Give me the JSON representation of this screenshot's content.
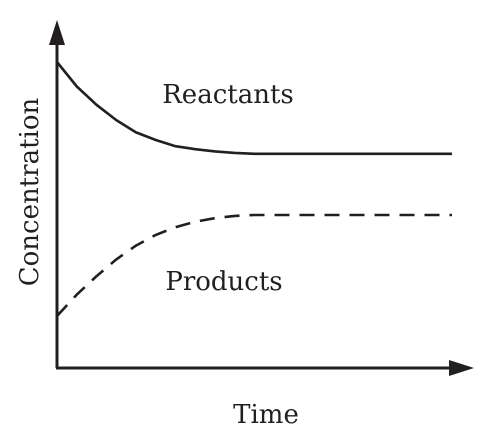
{
  "chart_data": {
    "type": "line",
    "xlabel": "Time",
    "ylabel": "Concentration",
    "xlim": [
      0,
      10
    ],
    "ylim": [
      0,
      10
    ],
    "grid": false,
    "legend": "none",
    "ticks": "none",
    "series": [
      {
        "name": "Reactants",
        "style": "solid",
        "x": [
          0,
          0.5,
          1,
          1.5,
          2,
          2.5,
          3,
          3.5,
          4,
          4.5,
          5,
          5.5,
          6,
          6.5,
          7,
          7.5,
          8,
          8.5,
          9,
          9.5,
          10
        ],
        "y": [
          10.0,
          9.2,
          8.6,
          8.1,
          7.7,
          7.45,
          7.25,
          7.15,
          7.08,
          7.03,
          7.0,
          7.0,
          7.0,
          7.0,
          7.0,
          7.0,
          7.0,
          7.0,
          7.0,
          7.0,
          7.0
        ]
      },
      {
        "name": "Products",
        "style": "dashed",
        "x": [
          0,
          0.5,
          1,
          1.5,
          2,
          2.5,
          3,
          3.5,
          4,
          4.5,
          5,
          5.5,
          6,
          6.5,
          7,
          7.5,
          8,
          8.5,
          9,
          9.5,
          10
        ],
        "y": [
          1.7,
          2.4,
          3.0,
          3.55,
          4.0,
          4.35,
          4.6,
          4.78,
          4.9,
          4.97,
          5.0,
          5.0,
          5.0,
          5.0,
          5.0,
          5.0,
          5.0,
          5.0,
          5.0,
          5.0,
          5.0
        ]
      }
    ],
    "colors": {
      "line": "#231f20",
      "axis": "#231f20",
      "background": "#ffffff"
    }
  }
}
